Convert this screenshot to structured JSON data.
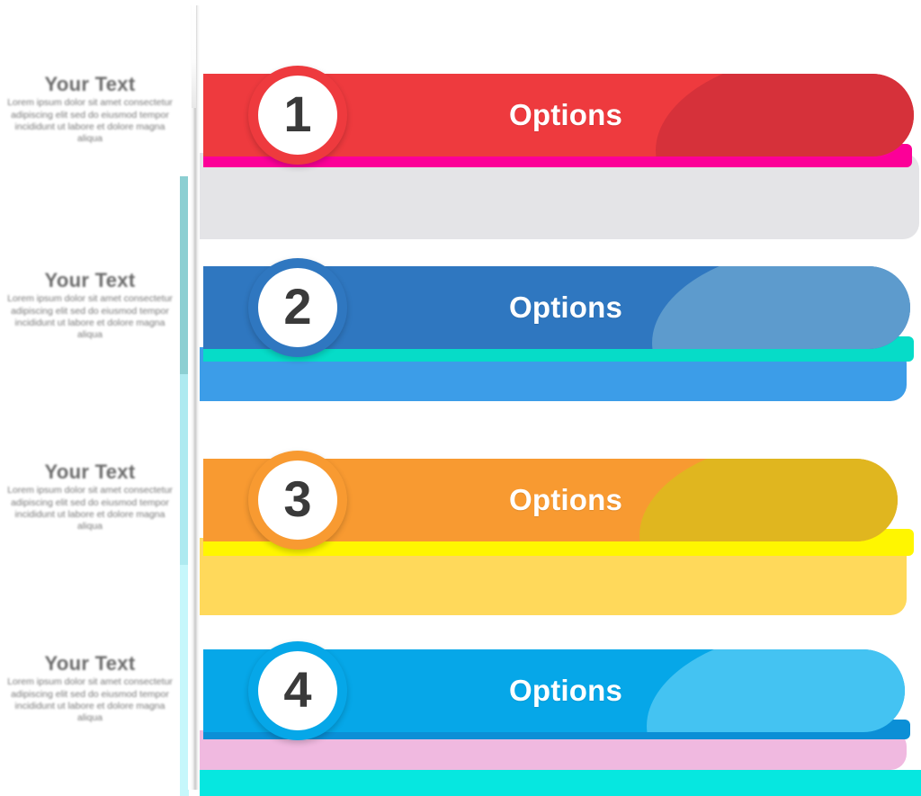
{
  "diagram": {
    "type": "4-step options infographic",
    "background": "#ffffff",
    "spine_color": "#c9c9c9"
  },
  "rows": [
    {
      "number": "1",
      "label": "Options",
      "bar_color": "#ee3a3e",
      "swoosh_color": "#d6313a",
      "accent_color": "#fc0098",
      "band_color": "#e4e4e7",
      "ring_color": "#ee3a3e",
      "tint_color": "#9bd4d4",
      "title": "Your Text",
      "body": "Lorem ipsum dolor sit amet consectetur adipiscing elit sed do eiusmod tempor incididunt ut labore et dolore magna aliqua"
    },
    {
      "number": "2",
      "label": "Options",
      "bar_color": "#2f77c0",
      "swoosh_color": "#5d9bcd",
      "accent_color": "#06dcc8",
      "band_color": "#3c9de8",
      "ring_color": "#2f77c0",
      "tint_color": "#8ccfd2",
      "title": "Your Text",
      "body": "Lorem ipsum dolor sit amet consectetur adipiscing elit sed do eiusmod tempor incididunt ut labore et dolore magna aliqua"
    },
    {
      "number": "3",
      "label": "Options",
      "bar_color": "#f89a31",
      "swoosh_color": "#e0b61f",
      "accent_color": "#fff600",
      "band_color": "#ffd95b",
      "ring_color": "#f89a31",
      "tint_color": "#aeeaf0",
      "title": "Your Text",
      "body": "Lorem ipsum dolor sit amet consectetur adipiscing elit sed do eiusmod tempor incididunt ut labore et dolore magna aliqua"
    },
    {
      "number": "4",
      "label": "Options",
      "bar_color": "#06a7e8",
      "swoosh_color": "#44c3f2",
      "accent_color": "#0b8fd6",
      "band_color": "#f0b9e0",
      "ring_color": "#06a7e8",
      "tint_color": "#c6f7fb",
      "title": "Your Text",
      "body": "Lorem ipsum dolor sit amet consectetur adipiscing elit sed do eiusmod tempor incididunt ut labore et dolore magna aliqua"
    }
  ],
  "footer_strip_color": "#06e7e0"
}
